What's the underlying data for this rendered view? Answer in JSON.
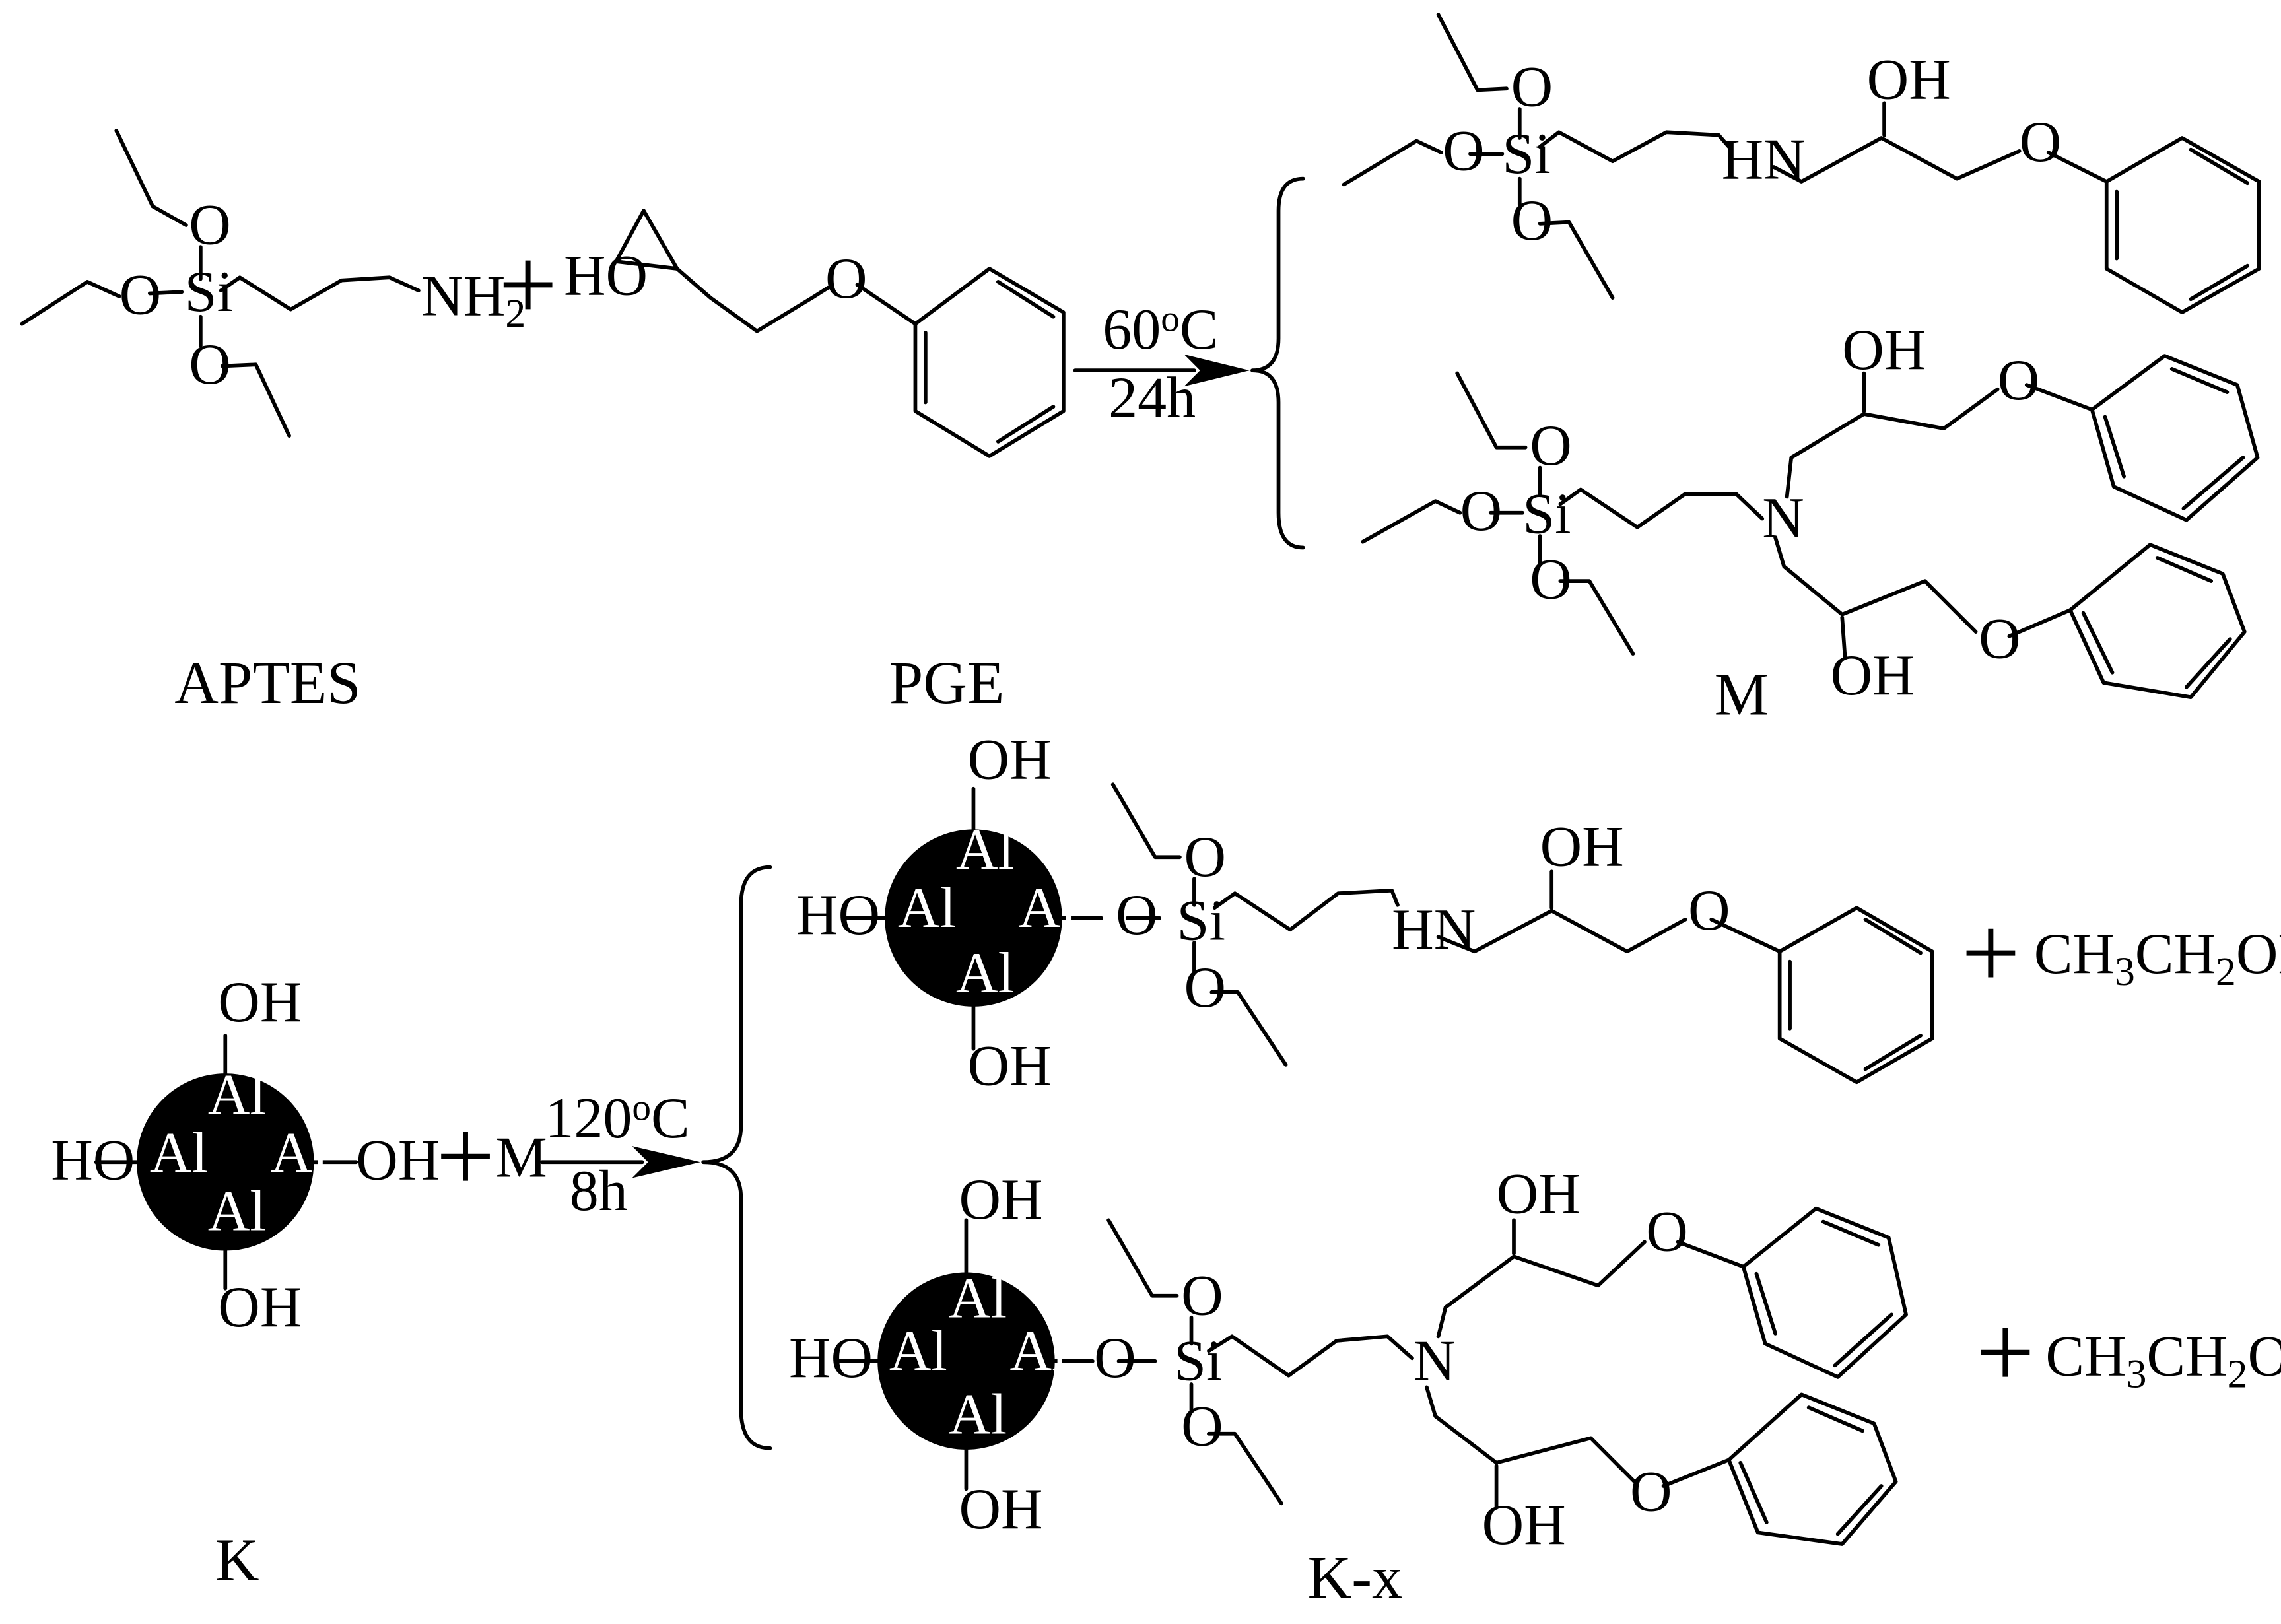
{
  "step1": {
    "reactant_name": "APTES",
    "reagent_name": "PGE",
    "product_name": "M",
    "plus": "+",
    "condition_temp": "60",
    "condition_temp_sup": "o",
    "condition_temp_unit": "C",
    "condition_time": "24h"
  },
  "step2": {
    "core_name": "K",
    "reagent_name": "M",
    "product_name": "K-x",
    "plus": "+",
    "condition_temp": "120",
    "condition_temp_sup": "o",
    "condition_temp_unit": "C",
    "condition_time": "8h",
    "byproduct": {
      "a": "CH",
      "s1": "3",
      "b": "CH",
      "s2": "2",
      "c": "OH"
    }
  },
  "atoms": {
    "O": "O",
    "Si": "Si",
    "NH": "NH",
    "sub2": "2",
    "HO": "HO",
    "OH": "OH",
    "HN": "HN",
    "N": "N",
    "Al": "Al"
  }
}
